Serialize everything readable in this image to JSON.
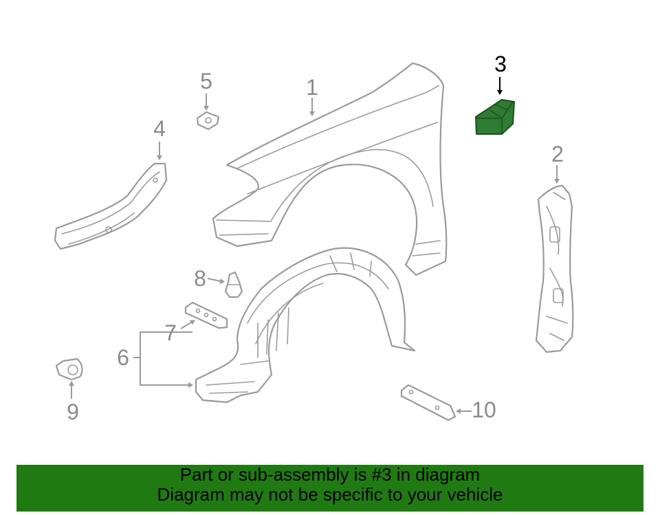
{
  "diagram": {
    "callouts": {
      "c1": "1",
      "c2": "2",
      "c3": "3",
      "c4": "4",
      "c5": "5",
      "c6": "6",
      "c7": "7",
      "c8": "8",
      "c9": "9",
      "c10": "10"
    },
    "highlighted_part": "3",
    "colors": {
      "highlight_fill": "#2e7d32",
      "line_gray": "#9a9a9a",
      "banner_green": "#207a12"
    }
  },
  "banner": {
    "line1": "Part or sub-assembly is #3 in diagram",
    "line2": "Diagram may not be specific to your vehicle"
  }
}
